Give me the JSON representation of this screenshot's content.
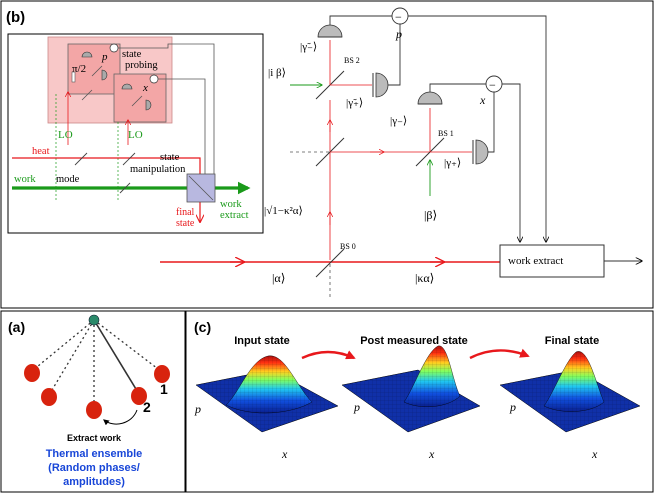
{
  "panels": {
    "b": {
      "label": "(b)",
      "inset": {
        "state_probing": [
          "state",
          "probing"
        ],
        "pi2": "π/2",
        "p": "p",
        "x": "x",
        "lo_left": "LO",
        "lo_right": "LO",
        "heat": "heat",
        "work": "work",
        "mode": "mode",
        "state_manipulation": [
          "state",
          "manipulation"
        ],
        "final_state": [
          "final",
          "state"
        ],
        "work_extract": [
          "work",
          "extract"
        ]
      },
      "main": {
        "p": "p",
        "x": "x",
        "minus1": "−",
        "minus2": "−",
        "gamma_tilde_minus": "|γ̃₋⟩",
        "gamma_tilde_plus": "|γ̃₊⟩",
        "i_beta": "|i β⟩",
        "bs2": "BS 2",
        "gamma_minus": "|γ₋⟩",
        "gamma_plus": "|γ₊⟩",
        "bs1": "BS 1",
        "beta": "|β⟩",
        "sqrt_alpha": "|√1−κ²α⟩",
        "bs0": "BS 0",
        "alpha": "|α⟩",
        "kappa_alpha": "|κα⟩",
        "work_extract": "work extract"
      }
    },
    "a": {
      "label": "(a)",
      "num1": "1",
      "num2": "2",
      "extract_work": "Extract work",
      "thermal": [
        "Thermal ensemble",
        "(Random phases/",
        "amplitudes)"
      ]
    },
    "c": {
      "label": "(c)",
      "titles": [
        "Input state",
        "Post measured state",
        "Final state"
      ],
      "p": "p",
      "x": "x"
    }
  },
  "colors": {
    "red_beam": "#e8181c",
    "green_beam": "#1a9a1a",
    "ensemble_dot": "#d8230e",
    "thermal_text": "#1846d8",
    "inset_box": "#f8c8c8",
    "inset_inner": "#f3a6a6",
    "manip_box": "#b8b8e0"
  }
}
